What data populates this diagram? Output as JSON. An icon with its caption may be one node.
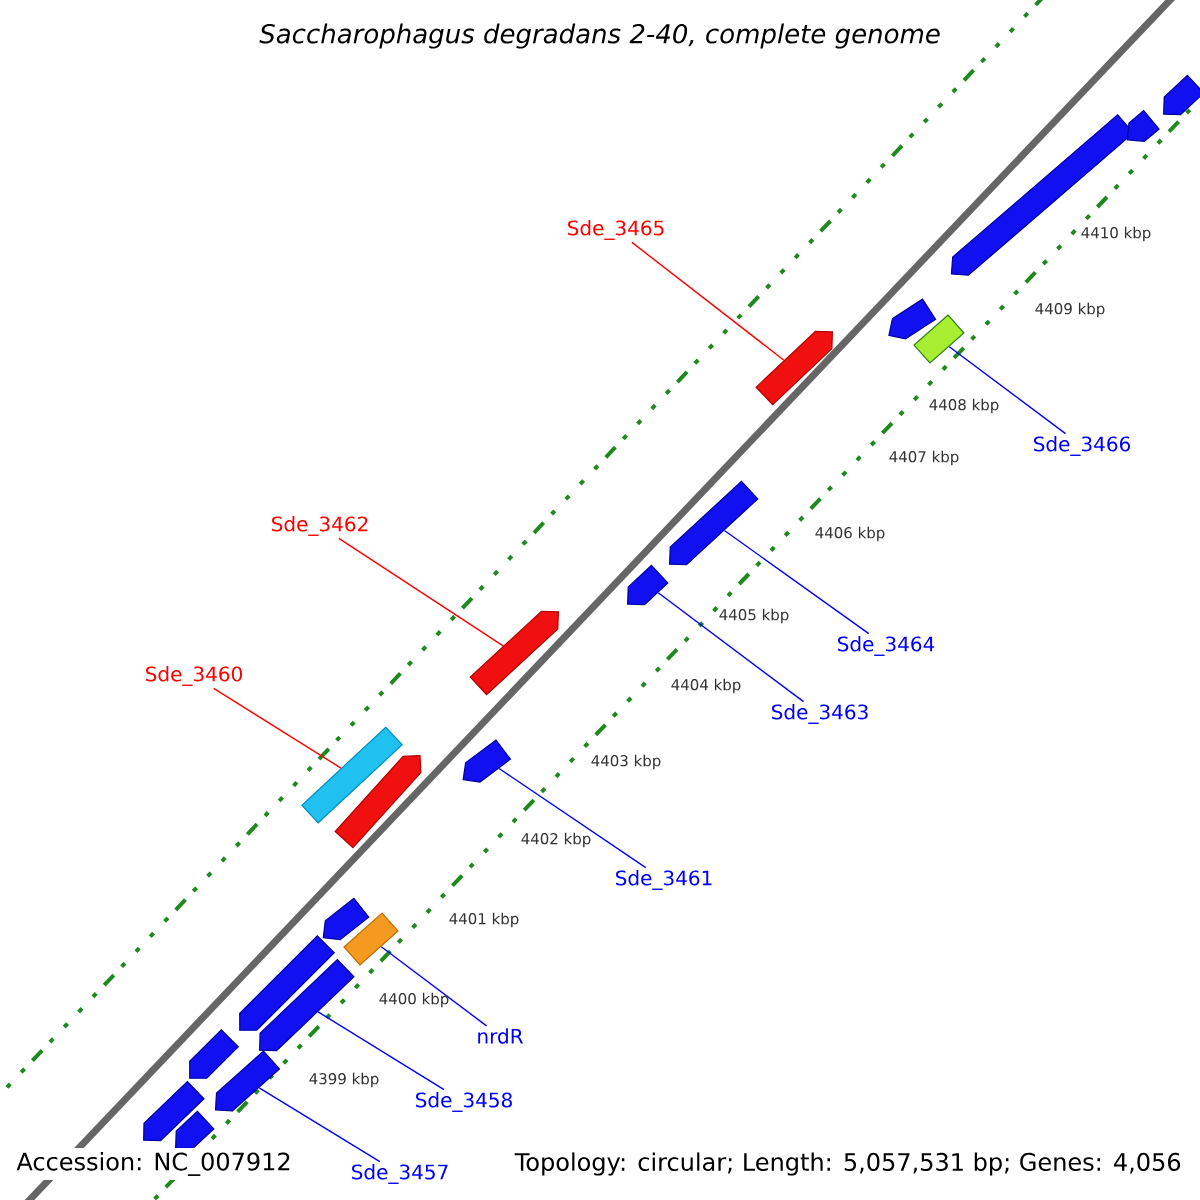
{
  "diagram": {
    "title": "Saccharophagus degradans 2-40, complete genome",
    "nodes": [
      {
        "text": [
          "Sde_3465"
        ]
      },
      {
        "text": [],
        "shape": "arrow"
      },
      {
        "text": [
          "Sde_3462"
        ]
      },
      {
        "text": [],
        "shape": "arrow"
      },
      {
        "text": [
          "Sde_3466"
        ]
      },
      {
        "text": [],
        "shape": "box"
      },
      {
        "text": [
          "Sde_3460"
        ]
      },
      {
        "text": [],
        "shape": "box"
      },
      {
        "text": [
          "Sde_3464"
        ]
      },
      {
        "text": [],
        "shape": "arrow"
      },
      {
        "text": [
          "Sde_3463"
        ]
      },
      {
        "text": [],
        "shape": "arrow"
      },
      {
        "text": [
          "Sde_3461"
        ]
      },
      {
        "text": [],
        "shape": "arrow"
      },
      {
        "text": [
          "nrdR"
        ]
      },
      {
        "text": [],
        "shape": "box"
      },
      {
        "text": [
          "Sde_3458"
        ]
      },
      {
        "text": [],
        "shape": "arrow"
      },
      {
        "text": [
          "Sde_3457"
        ]
      },
      {
        "text": [],
        "shape": "arrow"
      },
      {
        "text": [],
        "shape": "arrow"
      },
      {
        "text": [],
        "shape": "arrow"
      },
      {
        "text": [],
        "shape": "arrow"
      },
      {
        "text": [],
        "shape": "arrow"
      },
      {
        "text": [],
        "shape": "arrow"
      },
      {
        "text": [],
        "shape": "arrow"
      },
      {
        "text": [],
        "shape": "arrow"
      },
      {
        "text": [],
        "shape": "arrow"
      },
      {
        "text": [],
        "shape": "arrow"
      },
      {
        "text": [],
        "shape": "arrow"
      }
    ],
    "edges": [
      {
        "from": 0,
        "to": 1,
        "arrow": "none",
        "color": "#ff0000"
      },
      {
        "from": 2,
        "to": 3,
        "arrow": "none",
        "color": "#ff0000"
      },
      {
        "from": 4,
        "to": 5,
        "arrow": "none"
      },
      {
        "from": 6,
        "to": 7,
        "arrow": "none",
        "color": "#ff0000"
      },
      {
        "from": 8,
        "to": 11,
        "arrow": "none"
      },
      {
        "from": 10,
        "to": 9,
        "arrow": "none"
      },
      {
        "from": 12,
        "to": 13,
        "arrow": "none"
      },
      {
        "from": 14,
        "to": 15,
        "arrow": "none"
      },
      {
        "from": 16,
        "to": 17,
        "arrow": "none"
      },
      {
        "from": 18,
        "to": 19,
        "arrow": "none"
      }
    ],
    "labels": [
      "4410 kbp",
      "4409 kbp",
      "4408 kbp",
      "4407 kbp",
      "4406 kbp",
      "4405 kbp",
      "4404 kbp",
      "4403 kbp",
      "4402 kbp",
      "4401 kbp",
      "4400 kbp",
      "4399 kbp",
      "Accession: NC_007912",
      "Topology: circular; Length: 5,057,531 bp; Genes: 4,056"
    ]
  }
}
